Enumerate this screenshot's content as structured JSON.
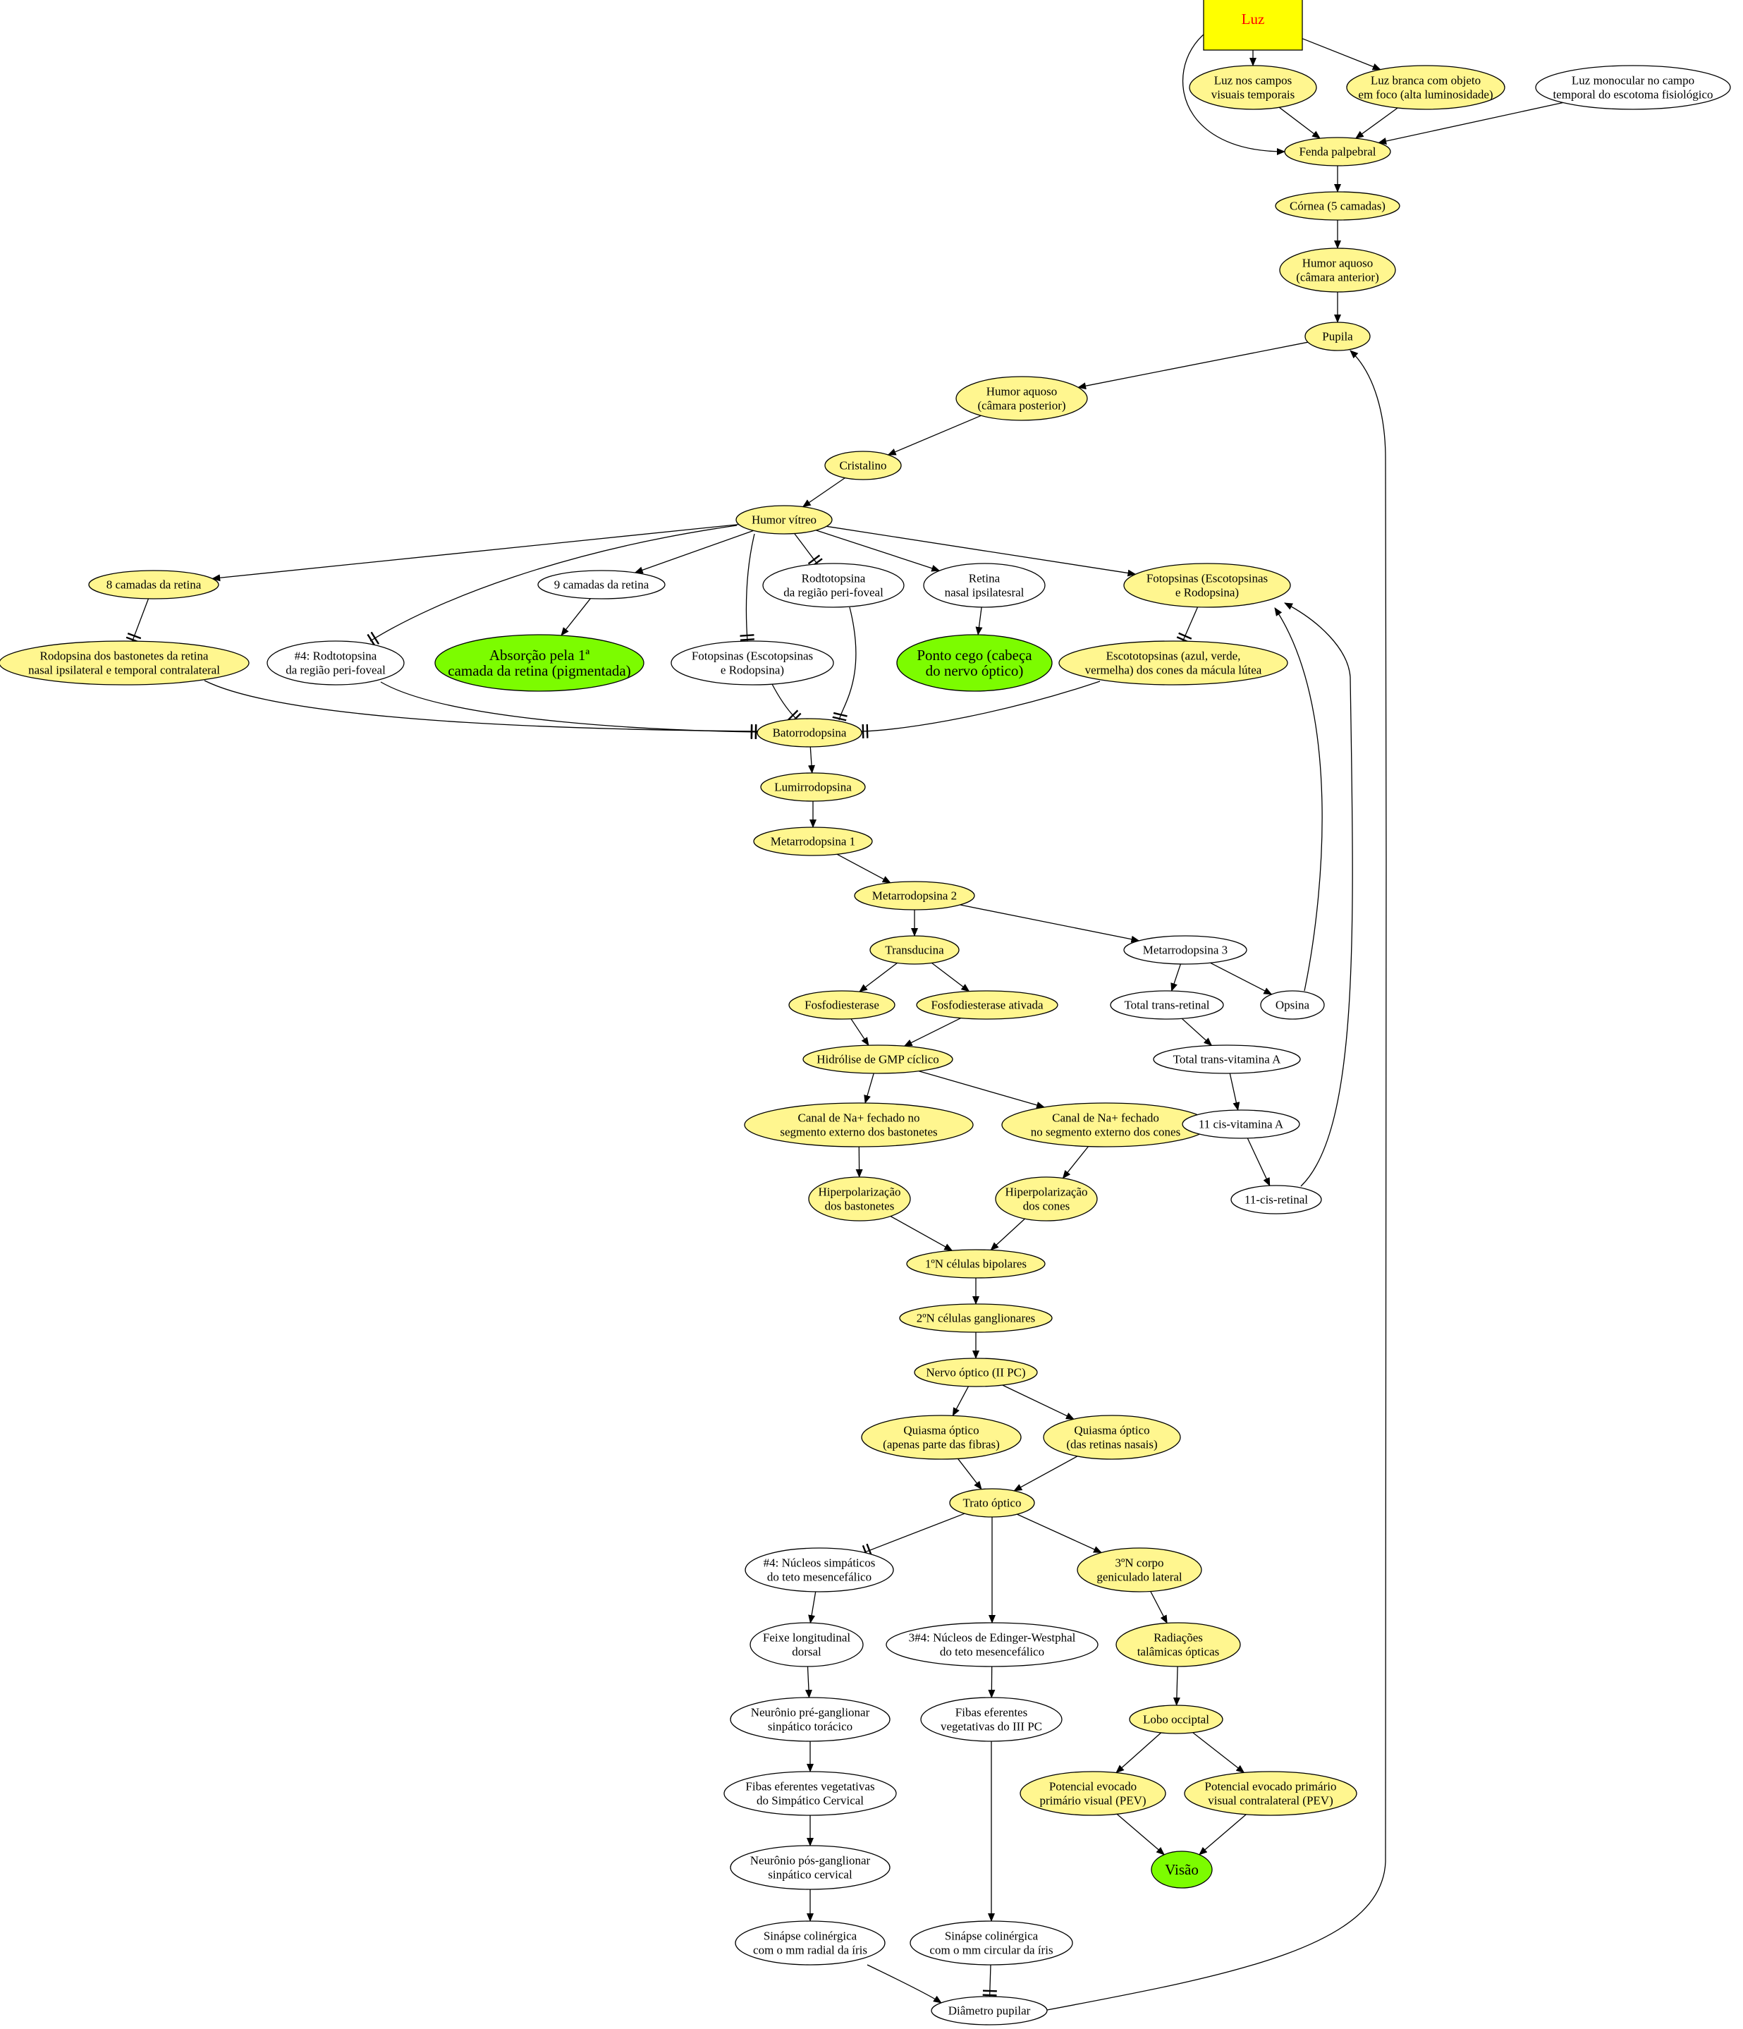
{
  "colors": {
    "yellow": "#FFF68F",
    "green": "#7CFC00",
    "white": "#FFFFFF",
    "box": "#FFFF00",
    "red": "#FF0000"
  },
  "nodes": [
    {
      "id": "luz",
      "label": [
        "Luz"
      ],
      "fill": "box"
    },
    {
      "id": "luz_temp",
      "label": [
        "Luz nos campos",
        "visuais temporais"
      ],
      "fill": "yellow"
    },
    {
      "id": "luz_branca",
      "label": [
        "Luz branca com objeto",
        "em foco (alta luminosidade)"
      ],
      "fill": "yellow"
    },
    {
      "id": "luz_mono",
      "label": [
        "Luz monocular no campo",
        "temporal do escotoma fisiológico"
      ],
      "fill": "white"
    },
    {
      "id": "fenda",
      "label": [
        "Fenda palpebral"
      ],
      "fill": "yellow"
    },
    {
      "id": "cornea",
      "label": [
        "Córnea (5 camadas)"
      ],
      "fill": "yellow"
    },
    {
      "id": "humor_ant",
      "label": [
        "Humor aquoso",
        "(câmara anterior)"
      ],
      "fill": "yellow"
    },
    {
      "id": "pupila",
      "label": [
        "Pupila"
      ],
      "fill": "yellow"
    },
    {
      "id": "humor_post",
      "label": [
        "Humor aquoso",
        "(câmara posterior)"
      ],
      "fill": "yellow"
    },
    {
      "id": "cristalino",
      "label": [
        "Cristalino"
      ],
      "fill": "yellow"
    },
    {
      "id": "vitreo",
      "label": [
        "Humor vítreo"
      ],
      "fill": "yellow"
    },
    {
      "id": "oito_camadas",
      "label": [
        "8 camadas da retina"
      ],
      "fill": "yellow"
    },
    {
      "id": "nove_camadas",
      "label": [
        "9 camadas da retina"
      ],
      "fill": "white"
    },
    {
      "id": "rodto1",
      "label": [
        "Rodtotopsina",
        "da região peri-foveal"
      ],
      "fill": "white"
    },
    {
      "id": "retina_nasal",
      "label": [
        "Retina",
        "nasal ipsilatesral"
      ],
      "fill": "white"
    },
    {
      "id": "foto_y",
      "label": [
        "Fotopsinas (Escotopsinas",
        "e Rodopsina)"
      ],
      "fill": "yellow"
    },
    {
      "id": "rodopsina_bast",
      "label": [
        "Rodopsina dos bastonetes da retina",
        "nasal ipsilateral e temporal contralateral"
      ],
      "fill": "yellow"
    },
    {
      "id": "rodto4",
      "label": [
        "#4: Rodtotopsina",
        "da região peri-foveal"
      ],
      "fill": "white"
    },
    {
      "id": "absorcao",
      "label": [
        "Absorção pela 1ª",
        "camada da retina (pigmentada)"
      ],
      "fill": "green"
    },
    {
      "id": "foto_w",
      "label": [
        "Fotopsinas (Escotopsinas",
        "e Rodopsina)"
      ],
      "fill": "white"
    },
    {
      "id": "ponto_cego",
      "label": [
        "Ponto cego (cabeça",
        "do nervo óptico)"
      ],
      "fill": "green"
    },
    {
      "id": "escoto",
      "label": [
        "Escototopsinas (azul, verde,",
        "vermelha) dos cones da mácula lútea"
      ],
      "fill": "yellow"
    },
    {
      "id": "bato",
      "label": [
        "Batorrodopsina"
      ],
      "fill": "yellow"
    },
    {
      "id": "lumi",
      "label": [
        "Lumirrodopsina"
      ],
      "fill": "yellow"
    },
    {
      "id": "meta1",
      "label": [
        "Metarrodopsina 1"
      ],
      "fill": "yellow"
    },
    {
      "id": "meta2",
      "label": [
        "Metarrodopsina 2"
      ],
      "fill": "yellow"
    },
    {
      "id": "transducina",
      "label": [
        "Transducina"
      ],
      "fill": "yellow"
    },
    {
      "id": "meta3",
      "label": [
        "Metarrodopsina 3"
      ],
      "fill": "white"
    },
    {
      "id": "fosfo",
      "label": [
        "Fosfodiesterase"
      ],
      "fill": "yellow"
    },
    {
      "id": "fosfo_at",
      "label": [
        "Fosfodiesterase ativada"
      ],
      "fill": "yellow"
    },
    {
      "id": "total_trans",
      "label": [
        "Total trans-retinal"
      ],
      "fill": "white"
    },
    {
      "id": "opsina",
      "label": [
        "Opsina"
      ],
      "fill": "white"
    },
    {
      "id": "hidrolise",
      "label": [
        "Hidrólise de GMP cíclico"
      ],
      "fill": "yellow"
    },
    {
      "id": "total_vitA",
      "label": [
        "Total trans-vitamina A"
      ],
      "fill": "white"
    },
    {
      "id": "canal_bast",
      "label": [
        "Canal de Na+ fechado no",
        "segmento externo dos bastonetes"
      ],
      "fill": "yellow"
    },
    {
      "id": "canal_cones",
      "label": [
        "Canal de Na+ fechado",
        "no segmento externo dos cones"
      ],
      "fill": "yellow"
    },
    {
      "id": "cis_vitA",
      "label": [
        "11 cis-vitamina A"
      ],
      "fill": "white"
    },
    {
      "id": "hiper_bast",
      "label": [
        "Hiperpolarização",
        "dos bastonetes"
      ],
      "fill": "yellow"
    },
    {
      "id": "hiper_cones",
      "label": [
        "Hiperpolarização",
        "dos cones"
      ],
      "fill": "yellow"
    },
    {
      "id": "cis_ret",
      "label": [
        "11-cis-retinal"
      ],
      "fill": "white"
    },
    {
      "id": "bipolares",
      "label": [
        "1ºN células bipolares"
      ],
      "fill": "yellow"
    },
    {
      "id": "ganglionares",
      "label": [
        "2ºN células ganglionares"
      ],
      "fill": "yellow"
    },
    {
      "id": "nervo",
      "label": [
        "Nervo óptico (II PC)"
      ],
      "fill": "yellow"
    },
    {
      "id": "quiasma1",
      "label": [
        "Quiasma óptico",
        "(apenas parte das fibras)"
      ],
      "fill": "yellow"
    },
    {
      "id": "quiasma2",
      "label": [
        "Quiasma óptico",
        "(das retinas nasais)"
      ],
      "fill": "yellow"
    },
    {
      "id": "trato",
      "label": [
        "Trato óptico"
      ],
      "fill": "yellow"
    },
    {
      "id": "nucleos_simp",
      "label": [
        "#4: Núcleos simpáticos",
        "do teto mesencefálico"
      ],
      "fill": "white"
    },
    {
      "id": "edinger",
      "label": [
        "3#4: Núcleos de Edinger-Westphal",
        "do teto mesencefálico"
      ],
      "fill": "white"
    },
    {
      "id": "corpo_gen",
      "label": [
        "3ºN corpo",
        "geniculado lateral"
      ],
      "fill": "yellow"
    },
    {
      "id": "feixe",
      "label": [
        "Feixe longitudinal",
        "dorsal"
      ],
      "fill": "white"
    },
    {
      "id": "radiacoes",
      "label": [
        "Radiações",
        "talâmicas ópticas"
      ],
      "fill": "yellow"
    },
    {
      "id": "neuronio_pre",
      "label": [
        "Neurônio pré-ganglionar",
        "sinpático torácico"
      ],
      "fill": "white"
    },
    {
      "id": "fibras_iii",
      "label": [
        "Fibas eferentes",
        "vegetativas do III PC"
      ],
      "fill": "white"
    },
    {
      "id": "lobo",
      "label": [
        "Lobo occiptal"
      ],
      "fill": "yellow"
    },
    {
      "id": "fibras_simp",
      "label": [
        "Fibas eferentes vegetativas",
        "do Simpático Cervical"
      ],
      "fill": "white"
    },
    {
      "id": "pev1",
      "label": [
        "Potencial evocado",
        "primário visual (PEV)"
      ],
      "fill": "yellow"
    },
    {
      "id": "pev2",
      "label": [
        "Potencial evocado primário",
        "visual contralateral (PEV)"
      ],
      "fill": "yellow"
    },
    {
      "id": "neuronio_pos",
      "label": [
        "Neurônio pós-ganglionar",
        "sinpático cervical"
      ],
      "fill": "white"
    },
    {
      "id": "visao",
      "label": [
        "Visão"
      ],
      "fill": "green"
    },
    {
      "id": "sinapse_rad",
      "label": [
        "Sinápse colinérgica",
        "com o mm radial da íris"
      ],
      "fill": "white"
    },
    {
      "id": "sinapse_circ",
      "label": [
        "Sinápse colinérgica",
        "com o mm circular da íris"
      ],
      "fill": "white"
    },
    {
      "id": "diametro",
      "label": [
        "Diâmetro pupilar"
      ],
      "fill": "white"
    }
  ],
  "edges": [
    {
      "from": "luz",
      "to": "luz_temp",
      "head": "arrow"
    },
    {
      "from": "luz",
      "to": "luz_branca",
      "head": "arrow"
    },
    {
      "from": "luz",
      "to": "fenda",
      "head": "arrow"
    },
    {
      "from": "luz_temp",
      "to": "fenda",
      "head": "arrow"
    },
    {
      "from": "luz_branca",
      "to": "fenda",
      "head": "arrow"
    },
    {
      "from": "luz_mono",
      "to": "fenda",
      "head": "arrow"
    },
    {
      "from": "fenda",
      "to": "cornea",
      "head": "arrow"
    },
    {
      "from": "cornea",
      "to": "humor_ant",
      "head": "arrow"
    },
    {
      "from": "humor_ant",
      "to": "pupila",
      "head": "arrow"
    },
    {
      "from": "pupila",
      "to": "humor_post",
      "head": "arrow"
    },
    {
      "from": "humor_post",
      "to": "cristalino",
      "head": "arrow"
    },
    {
      "from": "cristalino",
      "to": "vitreo",
      "head": "arrow"
    },
    {
      "from": "vitreo",
      "to": "oito_camadas",
      "head": "arrow"
    },
    {
      "from": "vitreo",
      "to": "nove_camadas",
      "head": "arrow"
    },
    {
      "from": "vitreo",
      "to": "rodto1",
      "head": "tee"
    },
    {
      "from": "vitreo",
      "to": "retina_nasal",
      "head": "arrow"
    },
    {
      "from": "vitreo",
      "to": "foto_y",
      "head": "arrow"
    },
    {
      "from": "vitreo",
      "to": "rodto4",
      "head": "tee"
    },
    {
      "from": "vitreo",
      "to": "foto_w",
      "head": "tee"
    },
    {
      "from": "oito_camadas",
      "to": "rodopsina_bast",
      "head": "tee"
    },
    {
      "from": "nove_camadas",
      "to": "absorcao",
      "head": "arrow"
    },
    {
      "from": "retina_nasal",
      "to": "ponto_cego",
      "head": "arrow"
    },
    {
      "from": "foto_y",
      "to": "escoto",
      "head": "tee"
    },
    {
      "from": "rodopsina_bast",
      "to": "bato",
      "head": "tee"
    },
    {
      "from": "rodto4",
      "to": "bato",
      "head": "tee"
    },
    {
      "from": "foto_w",
      "to": "bato",
      "head": "tee"
    },
    {
      "from": "rodto1",
      "to": "bato",
      "head": "tee"
    },
    {
      "from": "escoto",
      "to": "bato",
      "head": "tee"
    },
    {
      "from": "bato",
      "to": "lumi",
      "head": "arrow"
    },
    {
      "from": "lumi",
      "to": "meta1",
      "head": "arrow"
    },
    {
      "from": "meta1",
      "to": "meta2",
      "head": "arrow"
    },
    {
      "from": "meta2",
      "to": "transducina",
      "head": "arrow"
    },
    {
      "from": "meta2",
      "to": "meta3",
      "head": "arrow"
    },
    {
      "from": "transducina",
      "to": "fosfo",
      "head": "arrow"
    },
    {
      "from": "transducina",
      "to": "fosfo_at",
      "head": "arrow"
    },
    {
      "from": "meta3",
      "to": "total_trans",
      "head": "arrow"
    },
    {
      "from": "meta3",
      "to": "opsina",
      "head": "arrow"
    },
    {
      "from": "opsina",
      "to": "foto_y",
      "head": "arrow"
    },
    {
      "from": "fosfo",
      "to": "hidrolise",
      "head": "arrow"
    },
    {
      "from": "fosfo_at",
      "to": "hidrolise",
      "head": "arrow"
    },
    {
      "from": "total_trans",
      "to": "total_vitA",
      "head": "arrow"
    },
    {
      "from": "total_vitA",
      "to": "cis_vitA",
      "head": "arrow"
    },
    {
      "from": "cis_vitA",
      "to": "cis_ret",
      "head": "arrow"
    },
    {
      "from": "cis_ret",
      "to": "foto_y",
      "head": "arrow"
    },
    {
      "from": "hidrolise",
      "to": "canal_bast",
      "head": "arrow"
    },
    {
      "from": "hidrolise",
      "to": "canal_cones",
      "head": "arrow"
    },
    {
      "from": "canal_bast",
      "to": "hiper_bast",
      "head": "arrow"
    },
    {
      "from": "canal_cones",
      "to": "hiper_cones",
      "head": "arrow"
    },
    {
      "from": "hiper_bast",
      "to": "bipolares",
      "head": "arrow"
    },
    {
      "from": "hiper_cones",
      "to": "bipolares",
      "head": "arrow"
    },
    {
      "from": "bipolares",
      "to": "ganglionares",
      "head": "arrow"
    },
    {
      "from": "ganglionares",
      "to": "nervo",
      "head": "arrow"
    },
    {
      "from": "nervo",
      "to": "quiasma1",
      "head": "arrow"
    },
    {
      "from": "nervo",
      "to": "quiasma2",
      "head": "arrow"
    },
    {
      "from": "quiasma1",
      "to": "trato",
      "head": "arrow"
    },
    {
      "from": "quiasma2",
      "to": "trato",
      "head": "arrow"
    },
    {
      "from": "trato",
      "to": "nucleos_simp",
      "head": "tee"
    },
    {
      "from": "trato",
      "to": "edinger",
      "head": "arrow"
    },
    {
      "from": "trato",
      "to": "corpo_gen",
      "head": "arrow"
    },
    {
      "from": "nucleos_simp",
      "to": "feixe",
      "head": "arrow"
    },
    {
      "from": "corpo_gen",
      "to": "radiacoes",
      "head": "arrow"
    },
    {
      "from": "feixe",
      "to": "neuronio_pre",
      "head": "arrow"
    },
    {
      "from": "edinger",
      "to": "fibras_iii",
      "head": "arrow"
    },
    {
      "from": "radiacoes",
      "to": "lobo",
      "head": "arrow"
    },
    {
      "from": "neuronio_pre",
      "to": "fibras_simp",
      "head": "arrow"
    },
    {
      "from": "lobo",
      "to": "pev1",
      "head": "arrow"
    },
    {
      "from": "lobo",
      "to": "pev2",
      "head": "arrow"
    },
    {
      "from": "fibras_simp",
      "to": "neuronio_pos",
      "head": "arrow"
    },
    {
      "from": "pev1",
      "to": "visao",
      "head": "arrow"
    },
    {
      "from": "pev2",
      "to": "visao",
      "head": "arrow"
    },
    {
      "from": "neuronio_pos",
      "to": "sinapse_rad",
      "head": "arrow"
    },
    {
      "from": "fibras_iii",
      "to": "sinapse_circ",
      "head": "arrow"
    },
    {
      "from": "sinapse_rad",
      "to": "diametro",
      "head": "arrow"
    },
    {
      "from": "sinapse_circ",
      "to": "diametro",
      "head": "tee"
    },
    {
      "from": "diametro",
      "to": "pupila",
      "head": "arrow"
    }
  ]
}
